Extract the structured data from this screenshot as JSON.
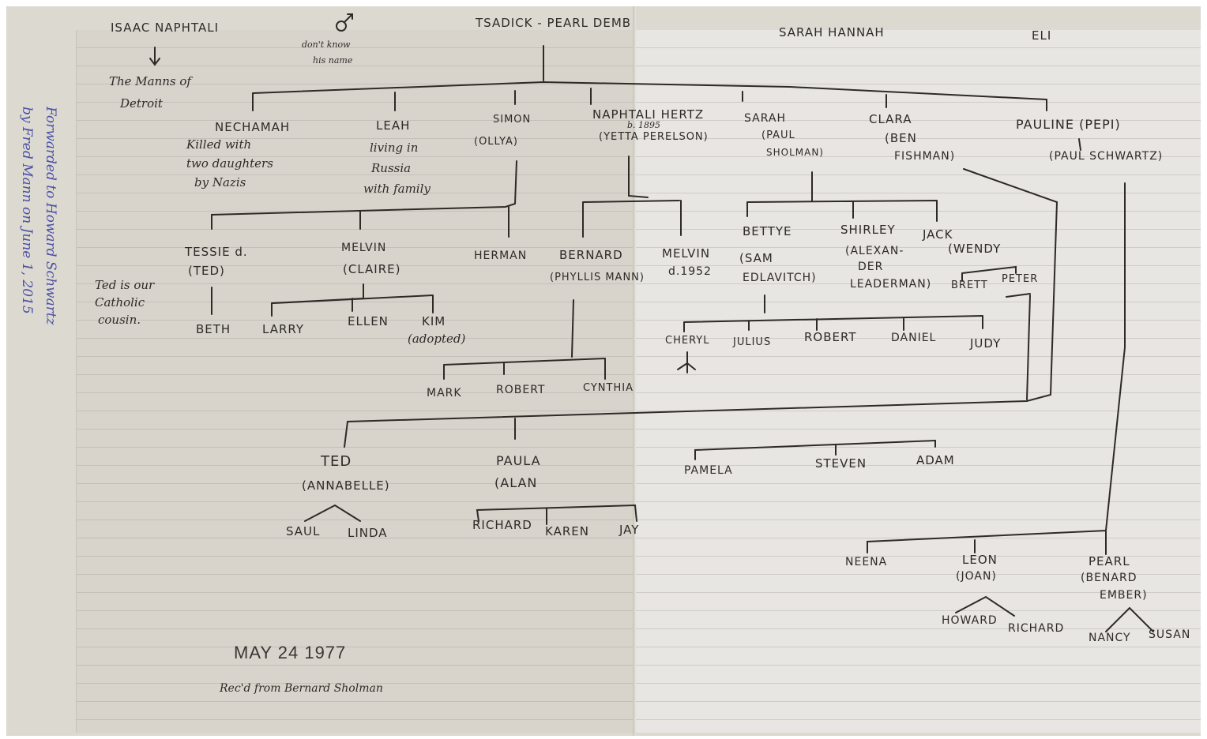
{
  "top": {
    "isaac": "ISAAC NAPHTALI",
    "manns_line1": "The Manns of",
    "manns_line2": "Detroit",
    "unknown_line1": "don't know",
    "unknown_line2": "his name",
    "tsadick": "TSADICK - PEARL DEMB",
    "sarah_hannah": "SARAH HANNAH",
    "eli": "ELI"
  },
  "gen1": {
    "nechamah": "NECHAMAH",
    "nechamah_note": [
      "Killed with",
      "two daughters",
      "by Nazis"
    ],
    "leah": "LEAH",
    "leah_note": [
      "living in",
      "Russia",
      "with family"
    ],
    "simon": "SIMON",
    "simon_spouse": "(OLLYA)",
    "naphtali": "NAPHTALI HERTZ",
    "naphtali_born": "b. 1895",
    "naphtali_spouse": "(YETTA PERELSON)",
    "sarah": "SARAH",
    "sarah_spouse1": "(PAUL",
    "sarah_spouse2": "SHOLMAN)",
    "clara": "CLARA",
    "clara_spouse1": "(BEN",
    "clara_spouse2": "FISHMAN)",
    "pauline": "PAULINE (PEPI)",
    "pauline_spouse": "(PAUL SCHWARTZ)"
  },
  "gen2": {
    "tessie": "TESSIE d.",
    "tessie_spouse": "(TED)",
    "melvin": "MELVIN",
    "melvin_spouse": "(CLAIRE)",
    "herman": "HERMAN",
    "bernard": "BERNARD",
    "bernard_spouse": "(PHYLLIS MANN)",
    "melvin2": "MELVIN",
    "melvin2_died": "d.1952",
    "bettye": "BETTYE",
    "bettye_spouse1": "(SAM",
    "bettye_spouse2": "EDLAVITCH)",
    "shirley": "SHIRLEY",
    "shirley_spouse1": "(ALEXAN-",
    "shirley_spouse2": "DER",
    "shirley_spouse3": "LEADERMAN)",
    "jack": "JACK",
    "jack_spouse": "(WENDY",
    "brett": "BRETT",
    "peter": "PETER"
  },
  "gen3": {
    "beth": "BETH",
    "larry": "LARRY",
    "ellen": "ELLEN",
    "kim": "KIM",
    "kim_note": "(adopted)",
    "mark": "MARK",
    "robert": "ROBERT",
    "cynthia": "CYNTHIA",
    "cheryl": "CHERYL",
    "julius": "JULIUS",
    "robert2": "ROBERT",
    "daniel": "DANIEL",
    "judy": "JUDY"
  },
  "fishman_line": {
    "ted": "TED",
    "ted_spouse": "(ANNABELLE)",
    "saul": "SAUL",
    "linda": "LINDA",
    "paula": "PAULA",
    "paula_spouse": "(ALAN",
    "richard": "RICHARD",
    "karen": "KAREN",
    "jay": "JAY",
    "pamela": "PAMELA",
    "steven": "STEVEN",
    "adam": "ADAM"
  },
  "schwartz_line": {
    "neena": "NEENA",
    "leon": "LEON",
    "leon_spouse": "(JOAN)",
    "howard": "HOWARD",
    "richard": "RICHARD",
    "pearl": "PEARL",
    "pearl_spouse1": "(BENARD",
    "pearl_spouse2": "EMBER)",
    "nancy": "NANCY",
    "susan": "SUSAN"
  },
  "notes": {
    "ted_line1": "Ted is our",
    "ted_line2": "Catholic",
    "ted_line3": "cousin.",
    "side_note_line1": "Forwarded to Howard Schwartz",
    "side_note_line2": "by Fred Mann on June 1, 2015",
    "stamp_date": "MAY 24 1977",
    "received": "Rec'd from Bernard Sholman"
  },
  "colors": {
    "ink": "#2e2a26",
    "blue_ink": "#4a4fa8",
    "paper_left": "#d8d4cc",
    "paper_right": "#e8e6e2"
  }
}
